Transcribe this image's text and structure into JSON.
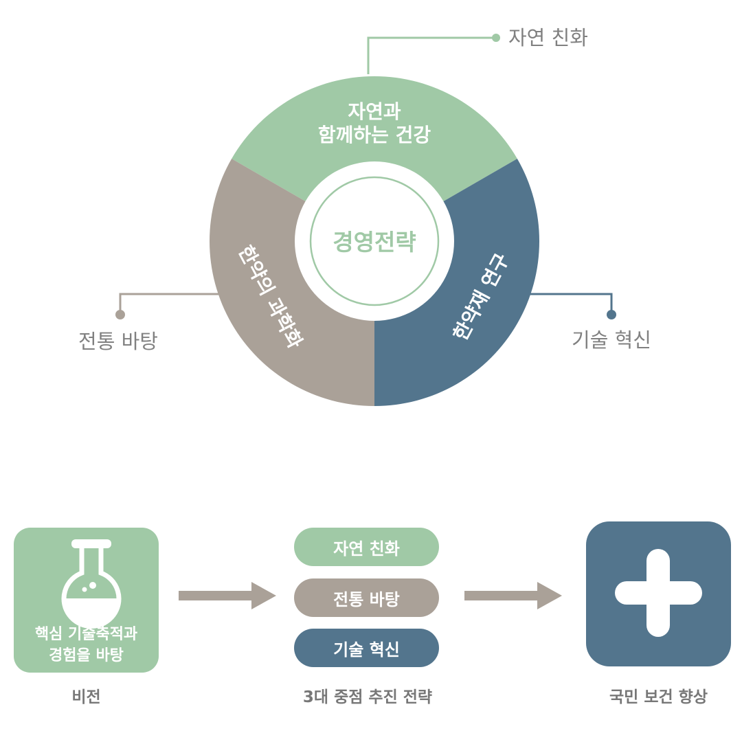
{
  "colors": {
    "green": "#a0c9a6",
    "taupe": "#aaa198",
    "blue": "#53758d",
    "label_gray": "#808080",
    "caption_gray": "#777777",
    "arrow": "#aaa198"
  },
  "wheel": {
    "center_label": "경영전략",
    "segments": [
      {
        "id": "nature",
        "label_line1": "자연과",
        "label_line2": "함께하는 건강",
        "color": "#a0c9a6"
      },
      {
        "id": "research",
        "label": "한약재 연구",
        "color": "#53758d"
      },
      {
        "id": "science",
        "label": "한약의 과학화",
        "color": "#aaa198"
      }
    ],
    "callouts": {
      "top": "자연 친화",
      "left": "전통 바탕",
      "right": "기술 혁신"
    }
  },
  "flow": {
    "vision": {
      "text_line1": "핵심 기술축적과",
      "text_line2": "경험을 바탕",
      "caption": "비전",
      "icon": "flask-icon"
    },
    "strategies": {
      "pills": [
        "자연 친화",
        "전통 바탕",
        "기술 혁신"
      ],
      "caption": "3대 중점 추진 전략"
    },
    "goal": {
      "caption": "국민 보건 향상",
      "icon": "plus-icon"
    }
  }
}
